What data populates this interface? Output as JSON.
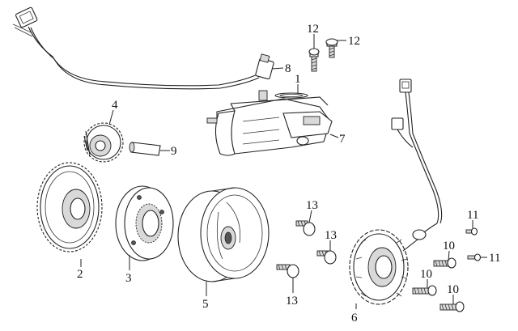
{
  "callouts": {
    "c1": "1",
    "c2": "2",
    "c3": "3",
    "c4": "4",
    "c5": "5",
    "c6": "6",
    "c7": "7",
    "c8": "8",
    "c9": "9",
    "c10a": "10",
    "c10b": "10",
    "c10c": "10",
    "c11a": "11",
    "c11b": "11",
    "c12a": "12",
    "c12b": "12",
    "c13a": "13",
    "c13b": "13",
    "c13c": "13"
  }
}
